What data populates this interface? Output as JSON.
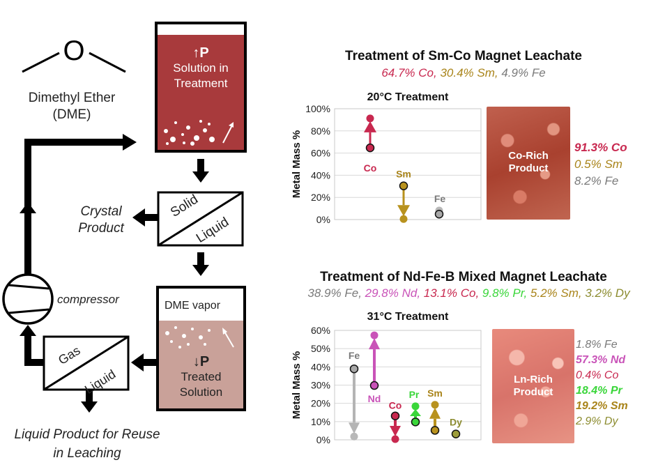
{
  "process": {
    "dme_name": "Dimethyl Ether",
    "dme_abbr": "(DME)",
    "dme_atom": "O",
    "pressure_up": "↑P",
    "vessel1_label": "Solution in Treatment",
    "separator_solid": "Solid",
    "separator_liquid": "Liquid",
    "crystal_product": "Crystal Product",
    "vessel2_vapor": "DME vapor",
    "pressure_down": "↓P",
    "vessel2_label": "Treated Solution",
    "compressor": "compressor",
    "gas_liquid_gas": "Gas",
    "gas_liquid_liquid": "Liquid",
    "liquid_product": "Liquid Product for Reuse in Leaching"
  },
  "colors": {
    "vessel1": "#a83a3c",
    "vessel2": "#c9a199",
    "Co": "#c8284f",
    "Sm": "#b8921e",
    "Fe": "#8d8d8d",
    "Nd": "#c953b8",
    "Pr": "#3ad63a",
    "Dy": "#9d9d3a",
    "arrow_gray": "#b4b4b4"
  },
  "smco": {
    "title": "Treatment of Sm-Co Magnet Leachate",
    "composition": [
      {
        "text": "64.7% Co",
        "el": "Co"
      },
      {
        "text": "30.4% Sm",
        "el": "Sm"
      },
      {
        "text": "4.9% Fe",
        "el": "Fe"
      }
    ],
    "product_label": "Co-Rich Product",
    "product_comp": [
      {
        "text": "91.3% Co",
        "el": "Co",
        "bold": true
      },
      {
        "text": "0.5% Sm",
        "el": "Sm",
        "bold": false
      },
      {
        "text": "8.2% Fe",
        "el": "Fe",
        "bold": false
      }
    ]
  },
  "ndfeb": {
    "title": "Treatment of Nd-Fe-B Mixed Magnet Leachate",
    "composition": [
      {
        "text": "38.9% Fe",
        "el": "Fe"
      },
      {
        "text": "29.8% Nd",
        "el": "Nd"
      },
      {
        "text": "13.1% Co",
        "el": "Co"
      },
      {
        "text": "9.8% Pr",
        "el": "Pr"
      },
      {
        "text": "5.2% Sm",
        "el": "Sm"
      },
      {
        "text": "3.2% Dy",
        "el": "Dy"
      }
    ],
    "product_label": "Ln-Rich Product",
    "product_comp": [
      {
        "text": "1.8% Fe",
        "el": "Fe",
        "bold": false
      },
      {
        "text": "57.3% Nd",
        "el": "Nd",
        "bold": true
      },
      {
        "text": "0.4% Co",
        "el": "Co",
        "bold": false
      },
      {
        "text": "18.4% Pr",
        "el": "Pr",
        "bold": true
      },
      {
        "text": "19.2% Sm",
        "el": "Sm",
        "bold": true
      },
      {
        "text": "2.9% Dy",
        "el": "Dy",
        "bold": false
      }
    ]
  },
  "chart_data": [
    {
      "type": "scatter",
      "title": "20°C Treatment",
      "ylabel": "Metal Mass %",
      "ylim": [
        0,
        100
      ],
      "yticks": [
        "0%",
        "20%",
        "40%",
        "60%",
        "80%",
        "100%"
      ],
      "ytick_values": [
        0,
        20,
        40,
        60,
        80,
        100
      ],
      "grid": true,
      "series": [
        {
          "name": "Co",
          "initial": 64.7,
          "final": 91.3
        },
        {
          "name": "Sm",
          "initial": 30.4,
          "final": 0.5
        },
        {
          "name": "Fe",
          "initial": 4.9,
          "final": 8.2
        }
      ]
    },
    {
      "type": "scatter",
      "title": "31°C Treatment",
      "ylabel": "Metal Mass %",
      "ylim": [
        0,
        60
      ],
      "yticks": [
        "0%",
        "10%",
        "20%",
        "30%",
        "40%",
        "50%",
        "60%"
      ],
      "ytick_values": [
        0,
        10,
        20,
        30,
        40,
        50,
        60
      ],
      "grid": true,
      "series": [
        {
          "name": "Fe",
          "initial": 38.9,
          "final": 1.8
        },
        {
          "name": "Nd",
          "initial": 29.8,
          "final": 57.3
        },
        {
          "name": "Co",
          "initial": 13.1,
          "final": 0.4
        },
        {
          "name": "Pr",
          "initial": 9.8,
          "final": 18.4
        },
        {
          "name": "Sm",
          "initial": 5.2,
          "final": 19.2
        },
        {
          "name": "Dy",
          "initial": 3.2,
          "final": 2.9
        }
      ]
    }
  ]
}
